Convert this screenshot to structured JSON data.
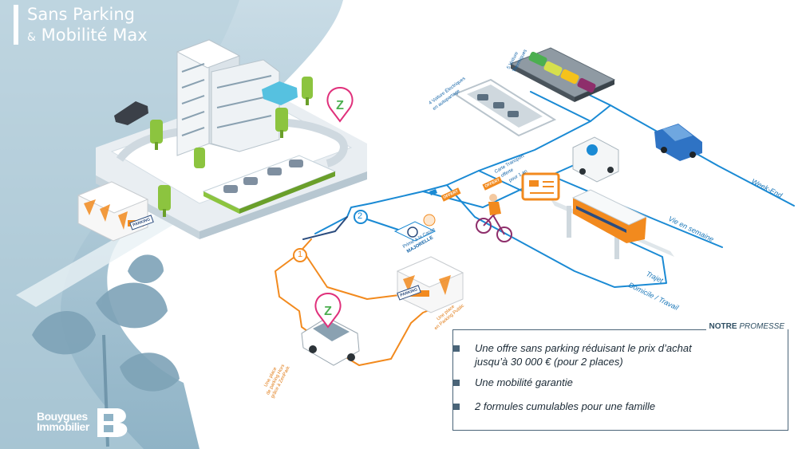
{
  "title": {
    "line1": "Sans Parking",
    "amp": "&",
    "line2": "Mobilité Max"
  },
  "routes": {
    "week_end": "Week-End",
    "vie_semaine": "Vie en semaine",
    "trajet": "Trajet",
    "domicile_travail": "Domicile / Travail"
  },
  "labels": {
    "voitures_thermiques_1": "5 Voiture",
    "voitures_thermiques_2": "Thermiques",
    "voitures_electriques_1": "4 Voiture Électriques",
    "voitures_electriques_2": "en autopartage",
    "carte_transport_1": "Carte Transport",
    "carte_transport_2": "offerte",
    "carte_transport_3": "pour 1 an",
    "prime_1": "Prime à la Casse",
    "prime_2": "MAJORELLE",
    "offert_1": "OFFERT",
    "offert_2": "OFFERT",
    "parking_public_1": "Une place",
    "parking_public_2": "en Parking Public",
    "zenpark_1": "Une place",
    "zenpark_2": "de parking Hors",
    "zenpark_3": "grâce à ZenPark",
    "parking_sign": "PARKING",
    "num_1": "1",
    "num_2": "2"
  },
  "promise": {
    "title_bold": "NOTRE",
    "title_italic": "PROMESSE",
    "items": [
      {
        "line1": "Une offre sans parking réduisant le prix d’achat",
        "line2": "jusqu’à 30 000 € (pour 2 places)"
      },
      {
        "line1": "Une mobilité garantie"
      },
      {
        "line1": "2 formules cumulables pour une famille"
      }
    ]
  },
  "brand": {
    "line1": "Bouygues",
    "line2": "Immobilier",
    "mark": "B"
  },
  "colors": {
    "accent_blue": "#1a8ad4",
    "navy": "#2b4c7e",
    "orange": "#f28a1e",
    "green": "#4caf50",
    "pink": "#e0307b",
    "bg_blue": "#a9c6d6",
    "box_border": "#4a6478"
  },
  "icons": [
    "zenpark-marker-icon",
    "bicycle-rider-icon",
    "tram-icon",
    "car-icon",
    "transport-card-icon",
    "plug-icon",
    "leaf-plant-icon"
  ]
}
